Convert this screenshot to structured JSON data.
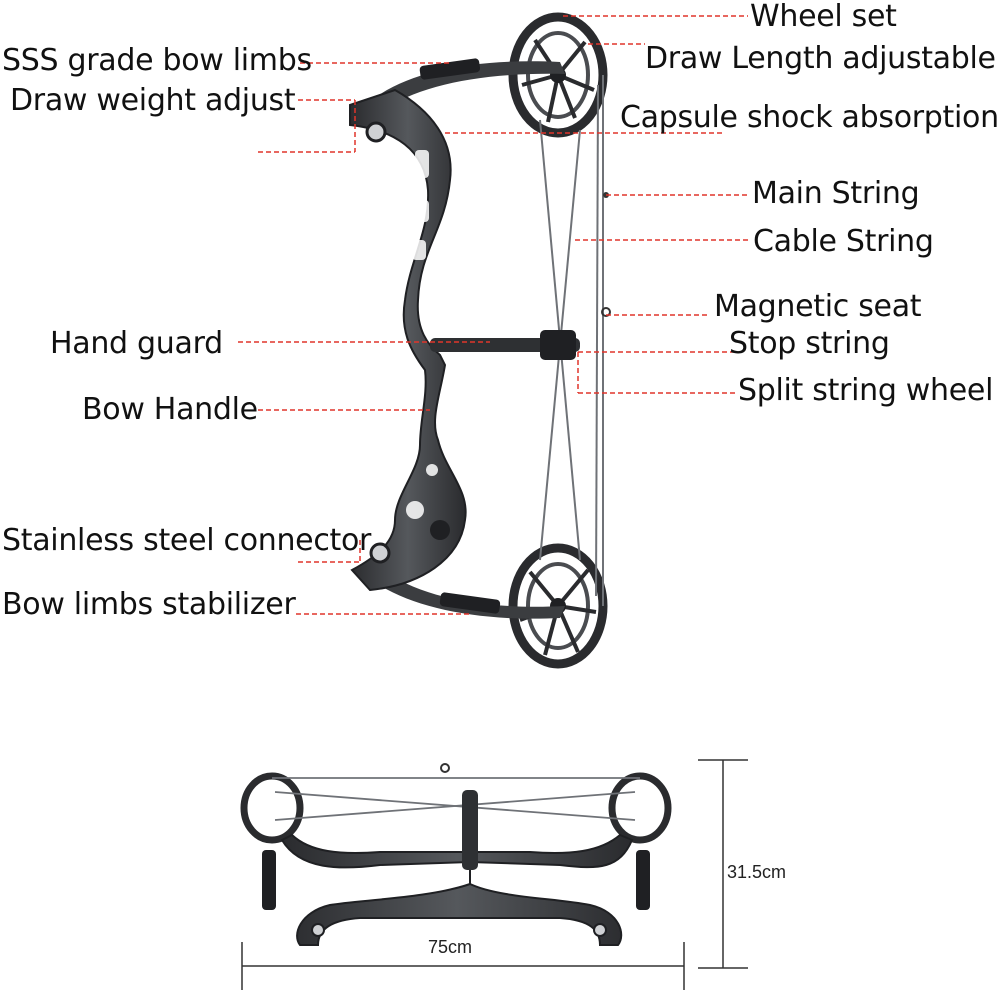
{
  "labels": {
    "wheel_set": "Wheel set",
    "sss_limbs": "SSS grade bow limbs",
    "draw_length": "Draw Length adjustable",
    "draw_weight": "Draw weight adjust",
    "capsule": "Capsule shock absorption",
    "main_string": "Main String",
    "cable_string": "Cable String",
    "magnetic_seat": "Magnetic seat",
    "hand_guard": "Hand guard",
    "stop_string": "Stop string",
    "bow_handle": "Bow Handle",
    "split_wheel": "Split string wheel",
    "connector": "Stainless steel connector",
    "stabilizer": "Bow limbs stabilizer"
  },
  "dimensions": {
    "height": "31.5cm",
    "width": "75cm"
  },
  "colors": {
    "leader_line": "#e0352b",
    "bow_body": "#3b3d40",
    "bow_dark": "#1f2023",
    "string": "#6f7277",
    "text": "#111111"
  }
}
